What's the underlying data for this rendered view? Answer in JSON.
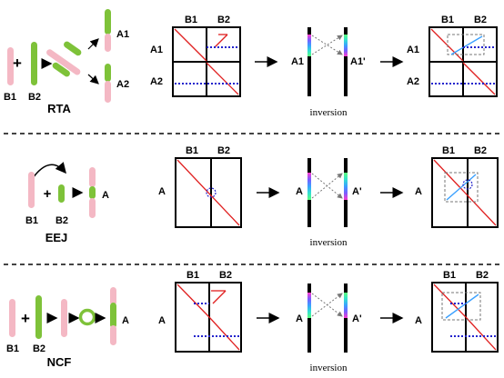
{
  "panels": {
    "rta": {
      "scheme_label": "RTA",
      "left_labels": [
        "B1",
        "B2"
      ],
      "product_labels": [
        "A1",
        "A2"
      ],
      "map1_col_labels": [
        "B1",
        "B2"
      ],
      "map1_row_labels": [
        "A1",
        "A2"
      ],
      "inv_left_label": "A1",
      "inv_right_label": "A1'",
      "inversion_text": "inversion",
      "map2_col_labels": [
        "B1",
        "B2"
      ],
      "map2_row_labels": [
        "A1",
        "A2"
      ]
    },
    "eej": {
      "scheme_label": "EEJ",
      "left_labels": [
        "B1",
        "B2"
      ],
      "product_labels": [
        "A"
      ],
      "map1_col_labels": [
        "B1",
        "B2"
      ],
      "map1_row_labels": [
        "A"
      ],
      "inv_left_label": "A",
      "inv_right_label": "A'",
      "inversion_text": "inversion",
      "map2_col_labels": [
        "B1",
        "B2"
      ],
      "map2_row_labels": [
        "A"
      ]
    },
    "ncf": {
      "scheme_label": "NCF",
      "left_labels": [
        "B1",
        "B2"
      ],
      "product_labels": [
        "A"
      ],
      "map1_col_labels": [
        "B1",
        "B2"
      ],
      "map1_row_labels": [
        "A"
      ],
      "inv_left_label": "A",
      "inv_right_label": "A'",
      "inversion_text": "inversion",
      "map2_col_labels": [
        "B1",
        "B2"
      ],
      "map2_row_labels": [
        "A"
      ]
    }
  },
  "colors": {
    "pink": "#f4b8c4",
    "green": "#7ec239",
    "red_line": "#e02020",
    "blue_dotted": "#2222cc"
  }
}
